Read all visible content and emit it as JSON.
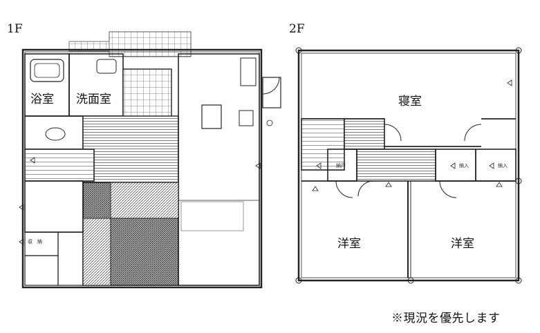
{
  "floor1": {
    "label": "1F",
    "rooms": {
      "bath": "浴室",
      "washroom": "洗面室"
    },
    "closet_label": "収　納"
  },
  "floor2": {
    "label": "2F",
    "rooms": {
      "bedroom": "寝室",
      "western_left": "洋室",
      "western_right": "洋室"
    },
    "closet_labels": [
      "納戸",
      "納入",
      "納入"
    ]
  },
  "note": "※現況を優先します",
  "colors": {
    "line": "#222222",
    "hatch": "#6a6a6a",
    "background": "#ffffff"
  }
}
